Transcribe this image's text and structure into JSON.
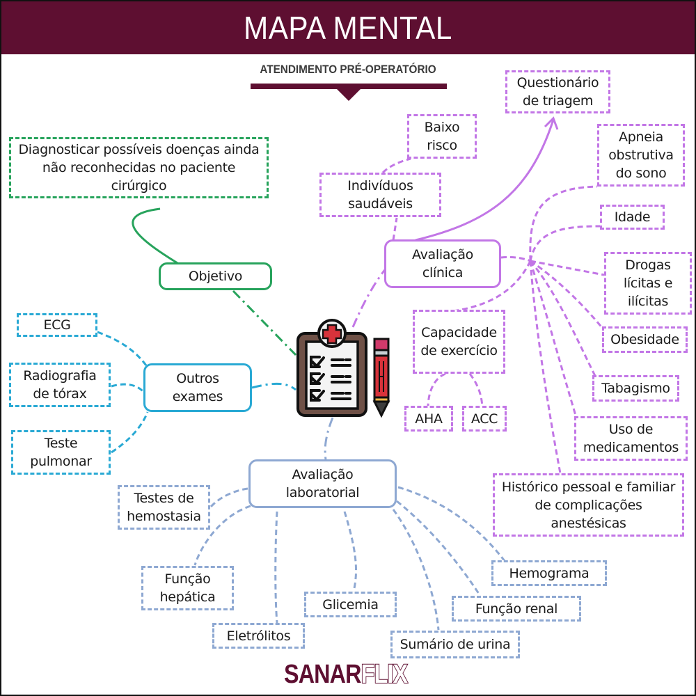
{
  "header": {
    "title": "MAPA MENTAL"
  },
  "subtitle": "ATENDIMENTO PRÉ-OPERATÓRIO",
  "center_icon": "clipboard-checklist-pencil-icon",
  "colors": {
    "brand": "#5e0f31",
    "objetivo": "#27a35c",
    "outros_exames": "#29a9d4",
    "avaliacao_clinica": "#c276e6",
    "avaliacao_laboratorial": "#8ea8d2"
  },
  "branches": {
    "objetivo": {
      "label": "Objetivo",
      "children": [
        "Diagnosticar possíveis doenças ainda não reconhecidas no paciente cirúrgico"
      ]
    },
    "outros_exames": {
      "label": "Outros exames",
      "children": [
        "ECG",
        "Radiografia de tórax",
        "Teste pulmonar"
      ]
    },
    "avaliacao_clinica": {
      "label": "Avaliação clínica",
      "questionario": "Questionário de triagem",
      "individuos": "Indivíduos saudáveis",
      "baixo_risco": "Baixo risco",
      "capacidade": "Capacidade de exercício",
      "capacidade_children": [
        "AHA",
        "ACC"
      ],
      "fatores": [
        "Apneia obstrutiva do sono",
        "Idade",
        "Drogas lícitas e ilícitas",
        "Obesidade",
        "Tabagismo",
        "Uso de medicamentos",
        "Histórico pessoal e familiar de complicações anestésicas"
      ]
    },
    "avaliacao_laboratorial": {
      "label": "Avaliação laboratorial",
      "children": [
        "Testes de hemostasia",
        "Função hepática",
        "Eletrólitos",
        "Glicemia",
        "Sumário de urina",
        "Função renal",
        "Hemograma"
      ]
    }
  },
  "footer": {
    "logo_left": "SANAR",
    "logo_right": "FLIX"
  }
}
